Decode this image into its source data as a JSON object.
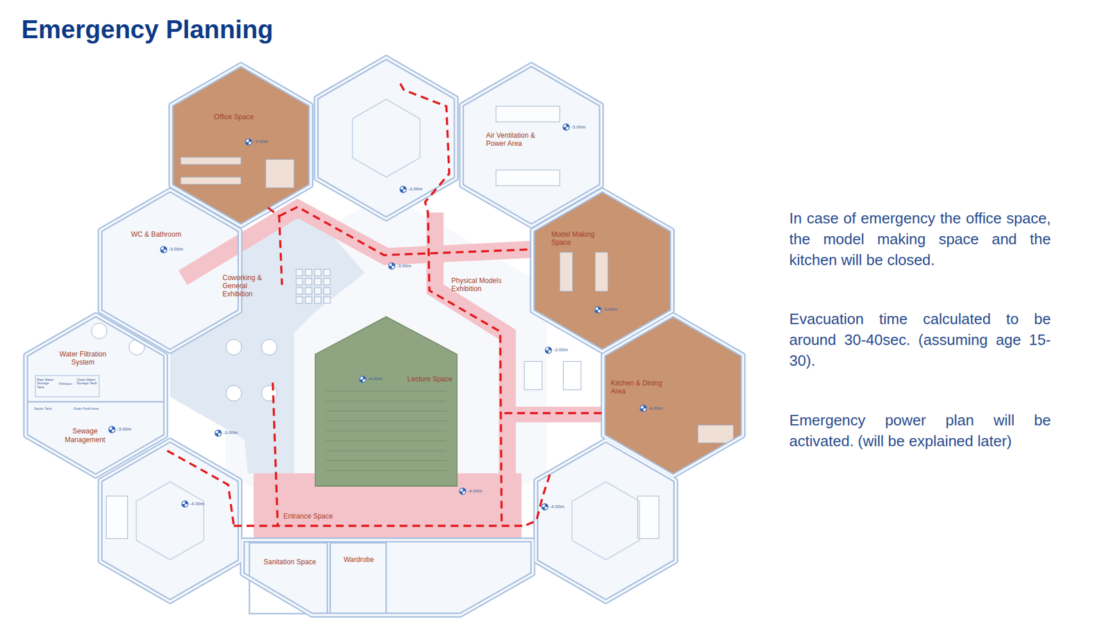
{
  "diagram": {
    "title": "Emergency Planning",
    "nodes": [
      {
        "text": [
          "Office Space"
        ]
      },
      {
        "text": [
          "Air Ventilation & Power Area"
        ]
      },
      {
        "text": [
          "WC & Bathroom"
        ]
      },
      {
        "text": [
          "Model Making Space"
        ]
      },
      {
        "text": [
          "Coworking & General Exhibition"
        ]
      },
      {
        "text": [
          "Physical Models Exhibition"
        ]
      },
      {
        "text": [
          "Water Filtration System"
        ]
      },
      {
        "text": [
          "Lecture Space"
        ]
      },
      {
        "text": [
          "Kitchen & Dining Area"
        ]
      },
      {
        "text": [
          "Sewage Management"
        ]
      },
      {
        "text": [
          "Entrance Space"
        ]
      },
      {
        "text": [
          "Sanitation Space"
        ]
      },
      {
        "text": [
          "Wardrobe"
        ]
      }
    ],
    "labels": [
      "-3.00m",
      "-3.00m",
      "-3.00m",
      "-3.00m",
      "-3.00m",
      "-3.00m",
      "-3.00m",
      "-4.00m",
      "-4.00m",
      "-3.00m",
      "-3.00m",
      "-4.00m",
      "-4.00m",
      "-4.00m",
      "Raw Water Storage Tank",
      "Filtration",
      "Clean Water Storage Tank",
      "Septic Tank",
      "Drain Field Area",
      "In case of emergency the office space, the model making space and the kitchen will be closed.",
      "Evacuation time calculated to be around 30-40sec. (assuming age 15-30).",
      "Emergency power plan will be activated. (will be explained later)"
    ]
  }
}
